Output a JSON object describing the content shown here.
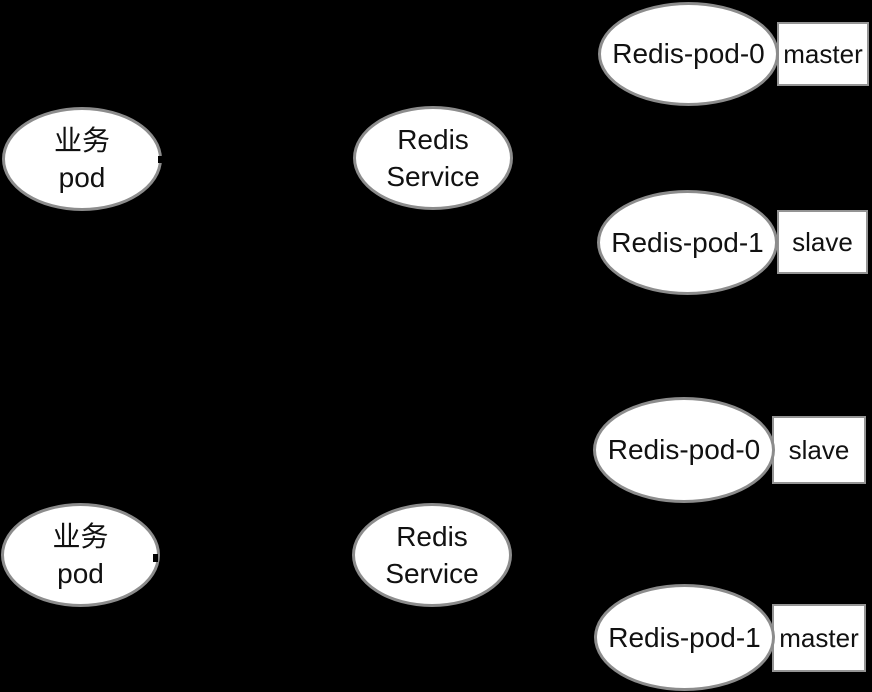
{
  "diagram": {
    "title": "redis-master-slave-kubernetes-topology",
    "colors": {
      "background": "#000000",
      "node_fill": "#ffffff",
      "ellipse_border": "#8c8c8c",
      "rect_border": "#949494",
      "text": "#111111"
    },
    "clusters": [
      {
        "client": {
          "line1": "业务",
          "line2": "pod"
        },
        "service": {
          "line1": "Redis",
          "line2": "Service"
        },
        "pods": [
          {
            "name": "Redis-pod-0",
            "role": "master"
          },
          {
            "name": "Redis-pod-1",
            "role": "slave"
          }
        ]
      },
      {
        "client": {
          "line1": "业务",
          "line2": "pod"
        },
        "service": {
          "line1": "Redis",
          "line2": "Service"
        },
        "pods": [
          {
            "name": "Redis-pod-0",
            "role": "slave"
          },
          {
            "name": "Redis-pod-1",
            "role": "master"
          }
        ]
      }
    ]
  }
}
